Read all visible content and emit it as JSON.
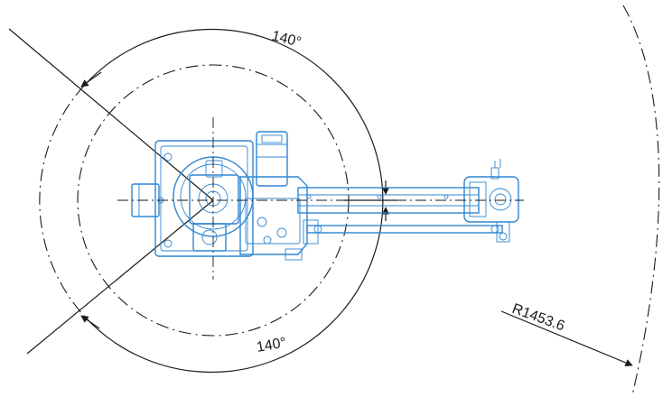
{
  "dimensions": {
    "angle_top": "140°",
    "angle_bottom": "140°",
    "radius": "R1453.6"
  },
  "colors": {
    "robot": "#2f86d2",
    "lines": "#1a1a1a"
  }
}
